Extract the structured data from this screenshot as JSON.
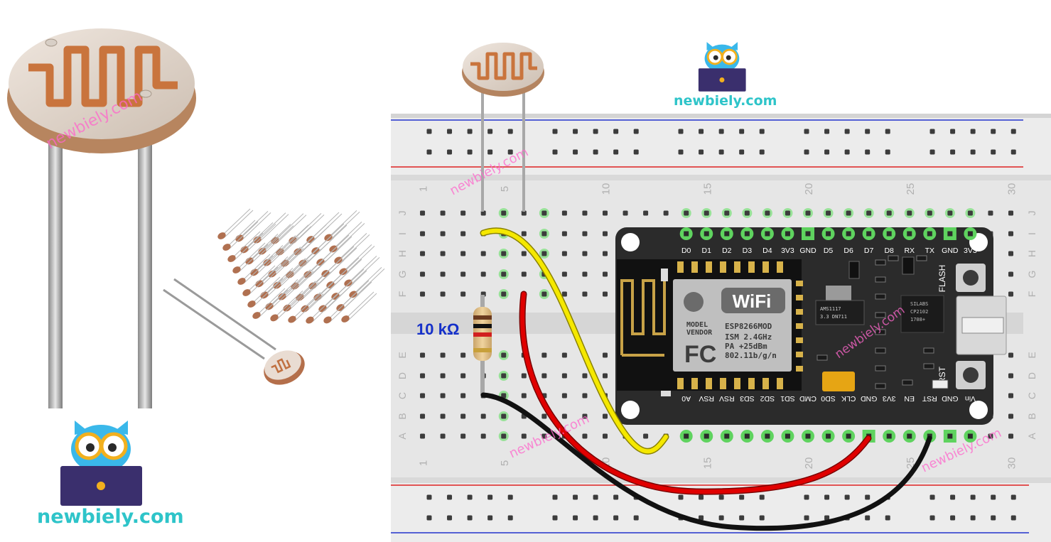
{
  "brand": {
    "site": "newbiely.com",
    "watermark": "newbiely.com",
    "color": "#2ec4c9",
    "watermark_color": "#ff66cc"
  },
  "resistor": {
    "label": "10 kΩ"
  },
  "breadboard": {
    "column_numbers": [
      "1",
      "5",
      "10",
      "15",
      "20",
      "25",
      "30"
    ],
    "row_letters_top": [
      "J",
      "I",
      "H",
      "G",
      "F"
    ],
    "row_letters_bottom": [
      "E",
      "D",
      "C",
      "B",
      "A"
    ]
  },
  "esp8266": {
    "top_pins": [
      "D0",
      "D1",
      "D2",
      "D3",
      "D4",
      "3V3",
      "GND",
      "D5",
      "D6",
      "D7",
      "D8",
      "RX",
      "TX",
      "GND",
      "3V3"
    ],
    "bottom_pins": [
      "A0",
      "RSV",
      "RSV",
      "SD3",
      "SD2",
      "SD1",
      "CMD",
      "SD0",
      "CLK",
      "GND",
      "3V3",
      "EN",
      "RST",
      "GND",
      "Vin"
    ],
    "module_brand": "WiFi",
    "module_text": [
      "MODEL",
      "VENDOR",
      "ESP8266MOD",
      "ISM 2.4GHz",
      "PA  +25dBm",
      "802.11b/g/n"
    ],
    "fcc": "FC",
    "regulator": [
      "AMS1117",
      "3.3  DN711"
    ],
    "usb_chip": [
      "SILABS",
      "CP2102",
      "1708+"
    ],
    "flash_label": "FLASH",
    "rst_label": "RST"
  },
  "wires": [
    {
      "name": "yellow-wire",
      "color": "#f5e800"
    },
    {
      "name": "red-wire",
      "color": "#e00000"
    },
    {
      "name": "black-wire",
      "color": "#111111"
    }
  ]
}
